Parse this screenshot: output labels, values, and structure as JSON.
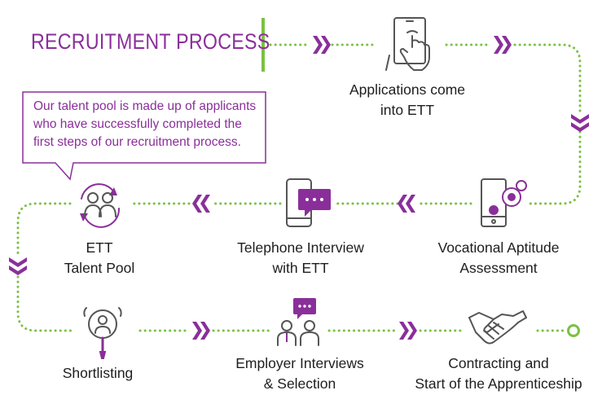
{
  "title": "RECRUITMENT PROCESS",
  "callout": {
    "lines": [
      "Our talent pool is made up of applicants",
      "who have successfully completed the",
      "first steps of our recruitment process."
    ]
  },
  "steps": {
    "applications": {
      "lines": [
        "Applications come",
        "into ETT"
      ],
      "icon": "tablet-touch-icon"
    },
    "vocational": {
      "lines": [
        "Vocational Aptitude",
        "Assessment"
      ],
      "icon": "tablet-gears-icon"
    },
    "telephone": {
      "lines": [
        "Telephone Interview",
        "with ETT"
      ],
      "icon": "phone-chat-icon"
    },
    "talent_pool": {
      "lines": [
        "ETT",
        "Talent Pool"
      ],
      "icon": "people-cycle-icon"
    },
    "shortlisting": {
      "lines": [
        "Shortlisting"
      ],
      "icon": "person-magnifier-icon"
    },
    "employer": {
      "lines": [
        "Employer Interviews",
        "& Selection"
      ],
      "icon": "interview-people-icon"
    },
    "contracting": {
      "lines": [
        "Contracting and",
        "Start of the Apprenticeship"
      ],
      "icon": "handshake-icon"
    }
  },
  "colors": {
    "accent": "#8a2f9a",
    "connector": "#7ac143",
    "text": "#1e1e1e",
    "icon": "#555555"
  }
}
